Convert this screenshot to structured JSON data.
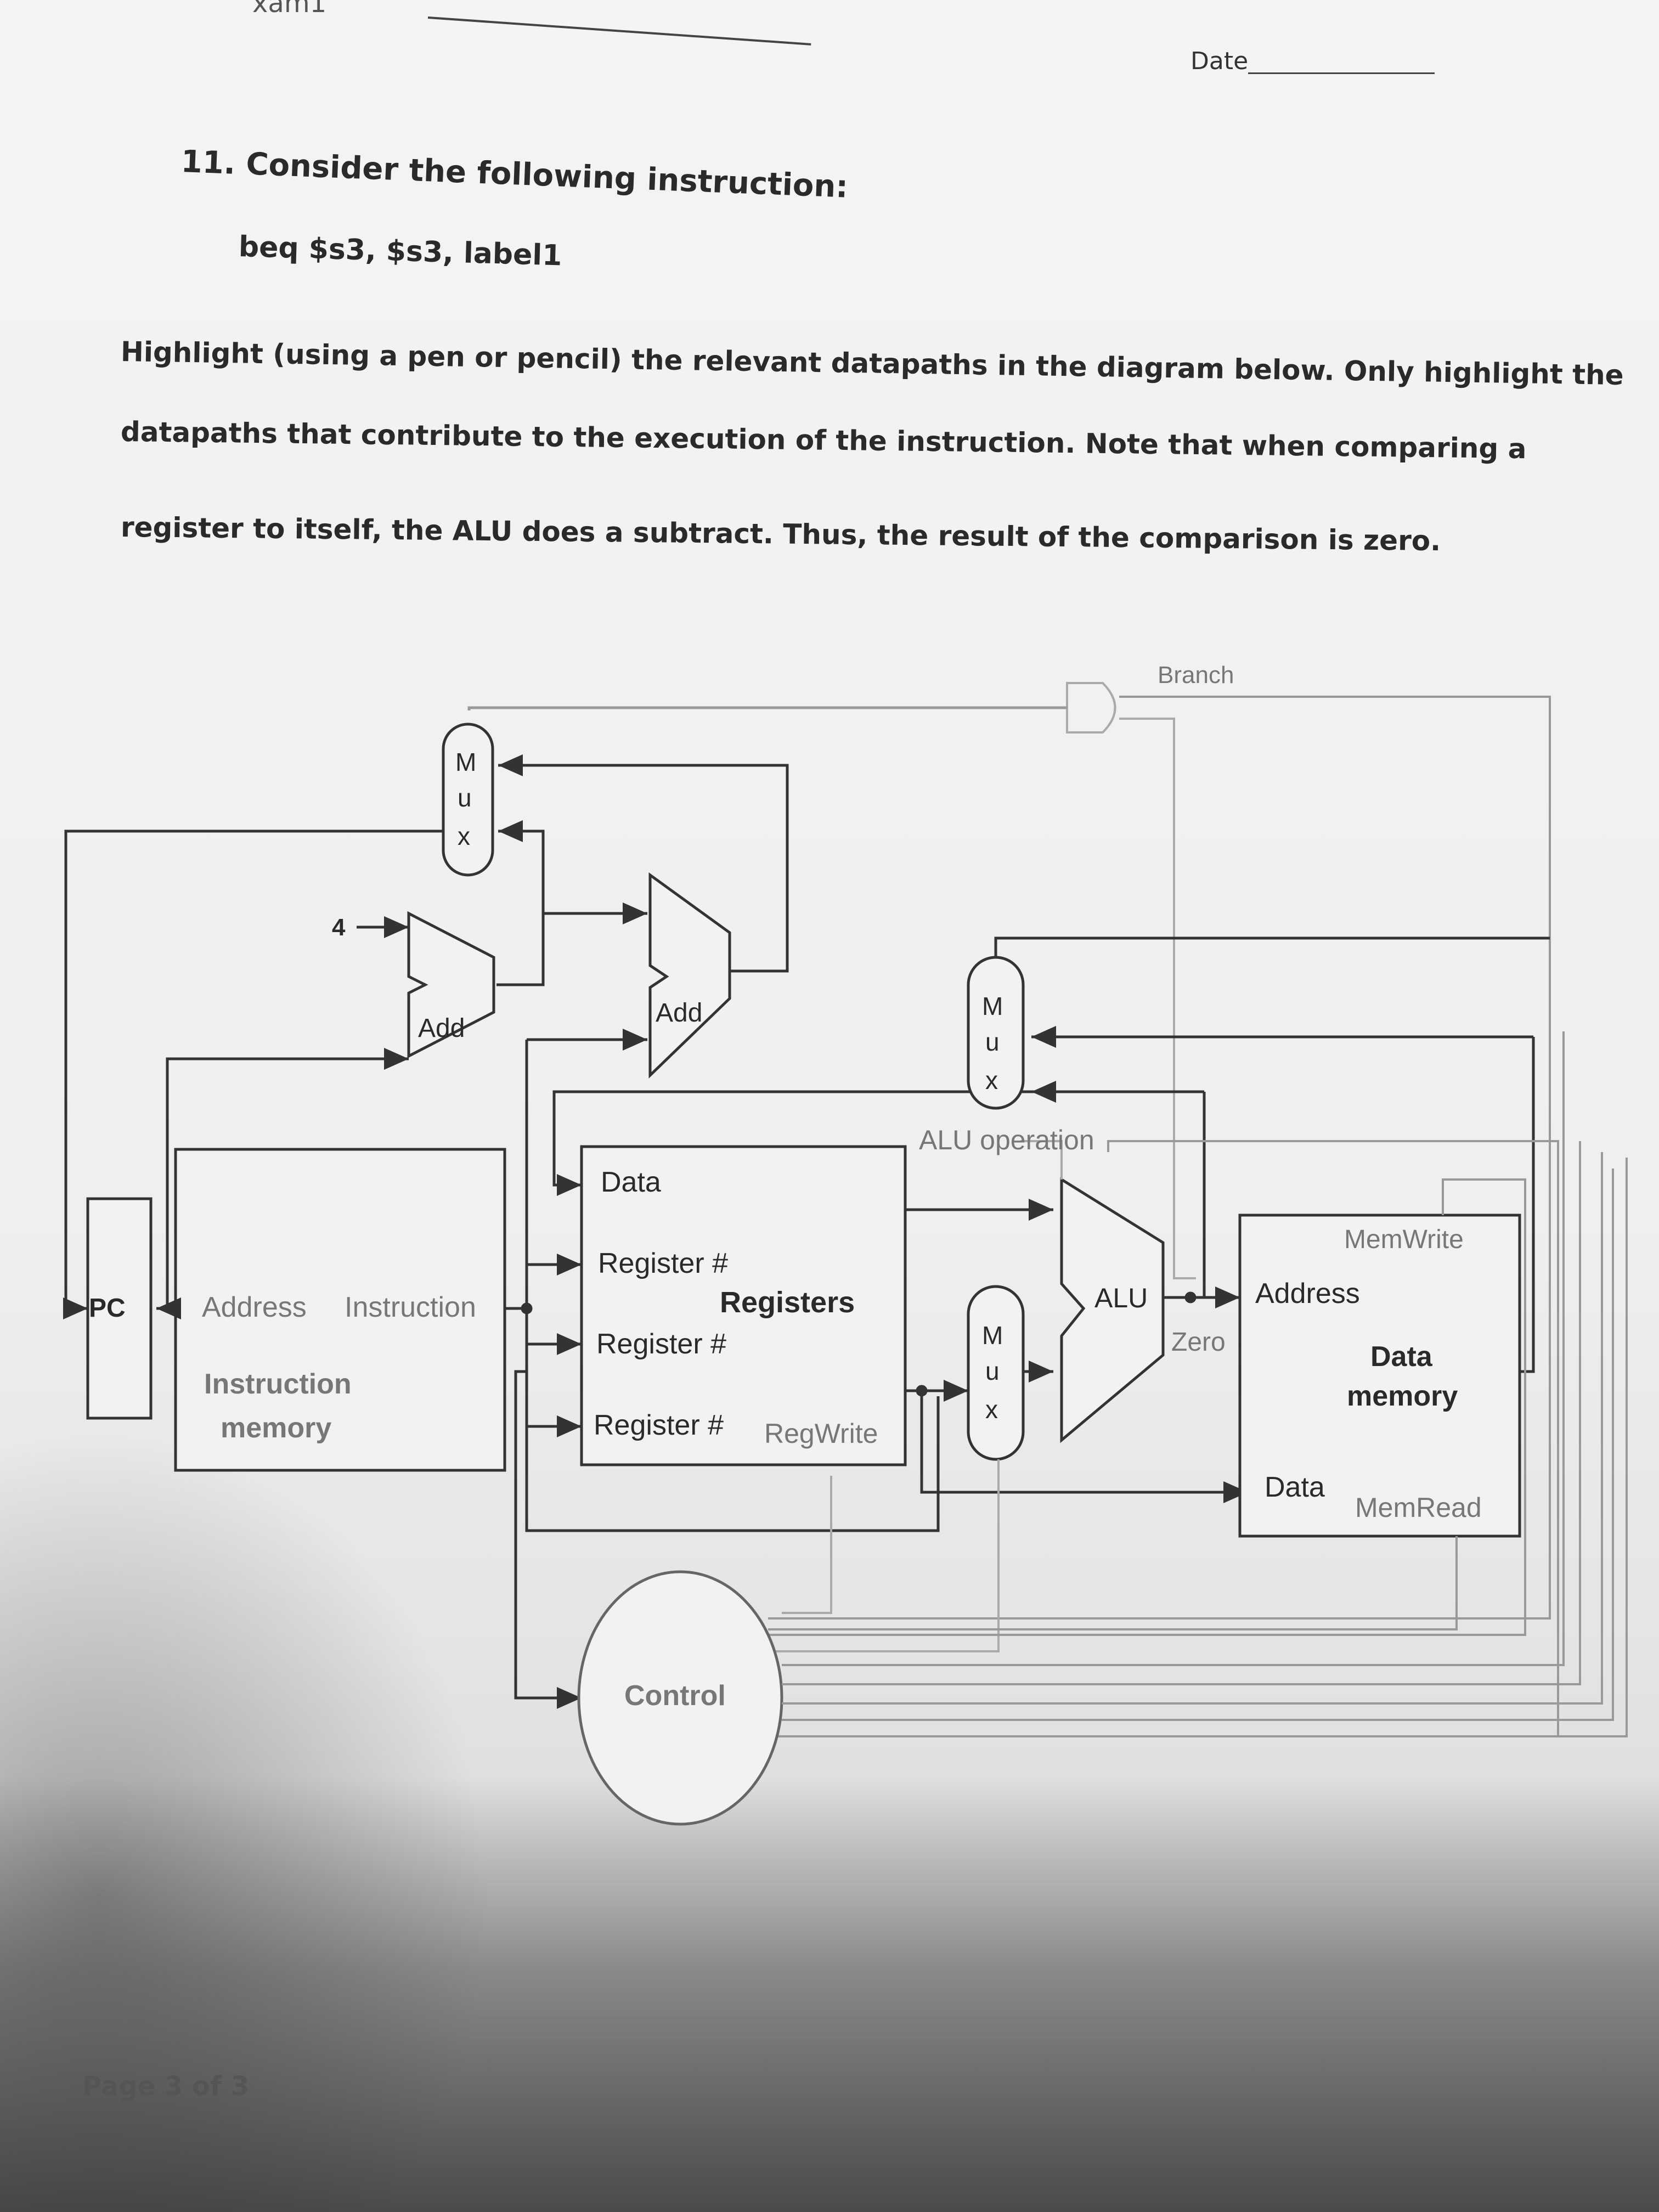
{
  "header": {
    "exam_mark": "xam1",
    "date_label": "Date"
  },
  "question": {
    "title": "11. Consider the following instruction:",
    "instruction": "beq $s3, $s3, label1",
    "body_lines": [
      "Highlight (using a pen or pencil) the relevant datapaths in the diagram below.  Only highlight the",
      "datapaths that contribute to the execution of the instruction.  Note that when comparing a",
      "register to itself, the ALU does a subtract.  Thus, the result of the comparison is zero."
    ]
  },
  "diagram": {
    "branch": "Branch",
    "mux_top": [
      "M",
      "u",
      "x"
    ],
    "four": "4",
    "add1": "Add",
    "add2": "Add",
    "mux_mid": [
      "M",
      "u",
      "x"
    ],
    "alu_operation": "ALU operation",
    "data_in": "Data",
    "reg1": "Register #",
    "registers": "Registers",
    "reg2": "Register #",
    "reg3": "Register #",
    "regwrite": "RegWrite",
    "mux_low": [
      "M",
      "u",
      "x"
    ],
    "alu": "ALU",
    "zero": "Zero",
    "pc": "PC",
    "address": "Address",
    "instruction": "Instruction",
    "instr_mem_1": "Instruction",
    "instr_mem_2": "memory",
    "memwrite": "MemWrite",
    "dm_address": "Address",
    "dm_label_1": "Data",
    "dm_label_2": "memory",
    "dm_data": "Data",
    "memread": "MemRead",
    "control": "Control"
  },
  "footer": {
    "page": "Page 3 of 3"
  }
}
